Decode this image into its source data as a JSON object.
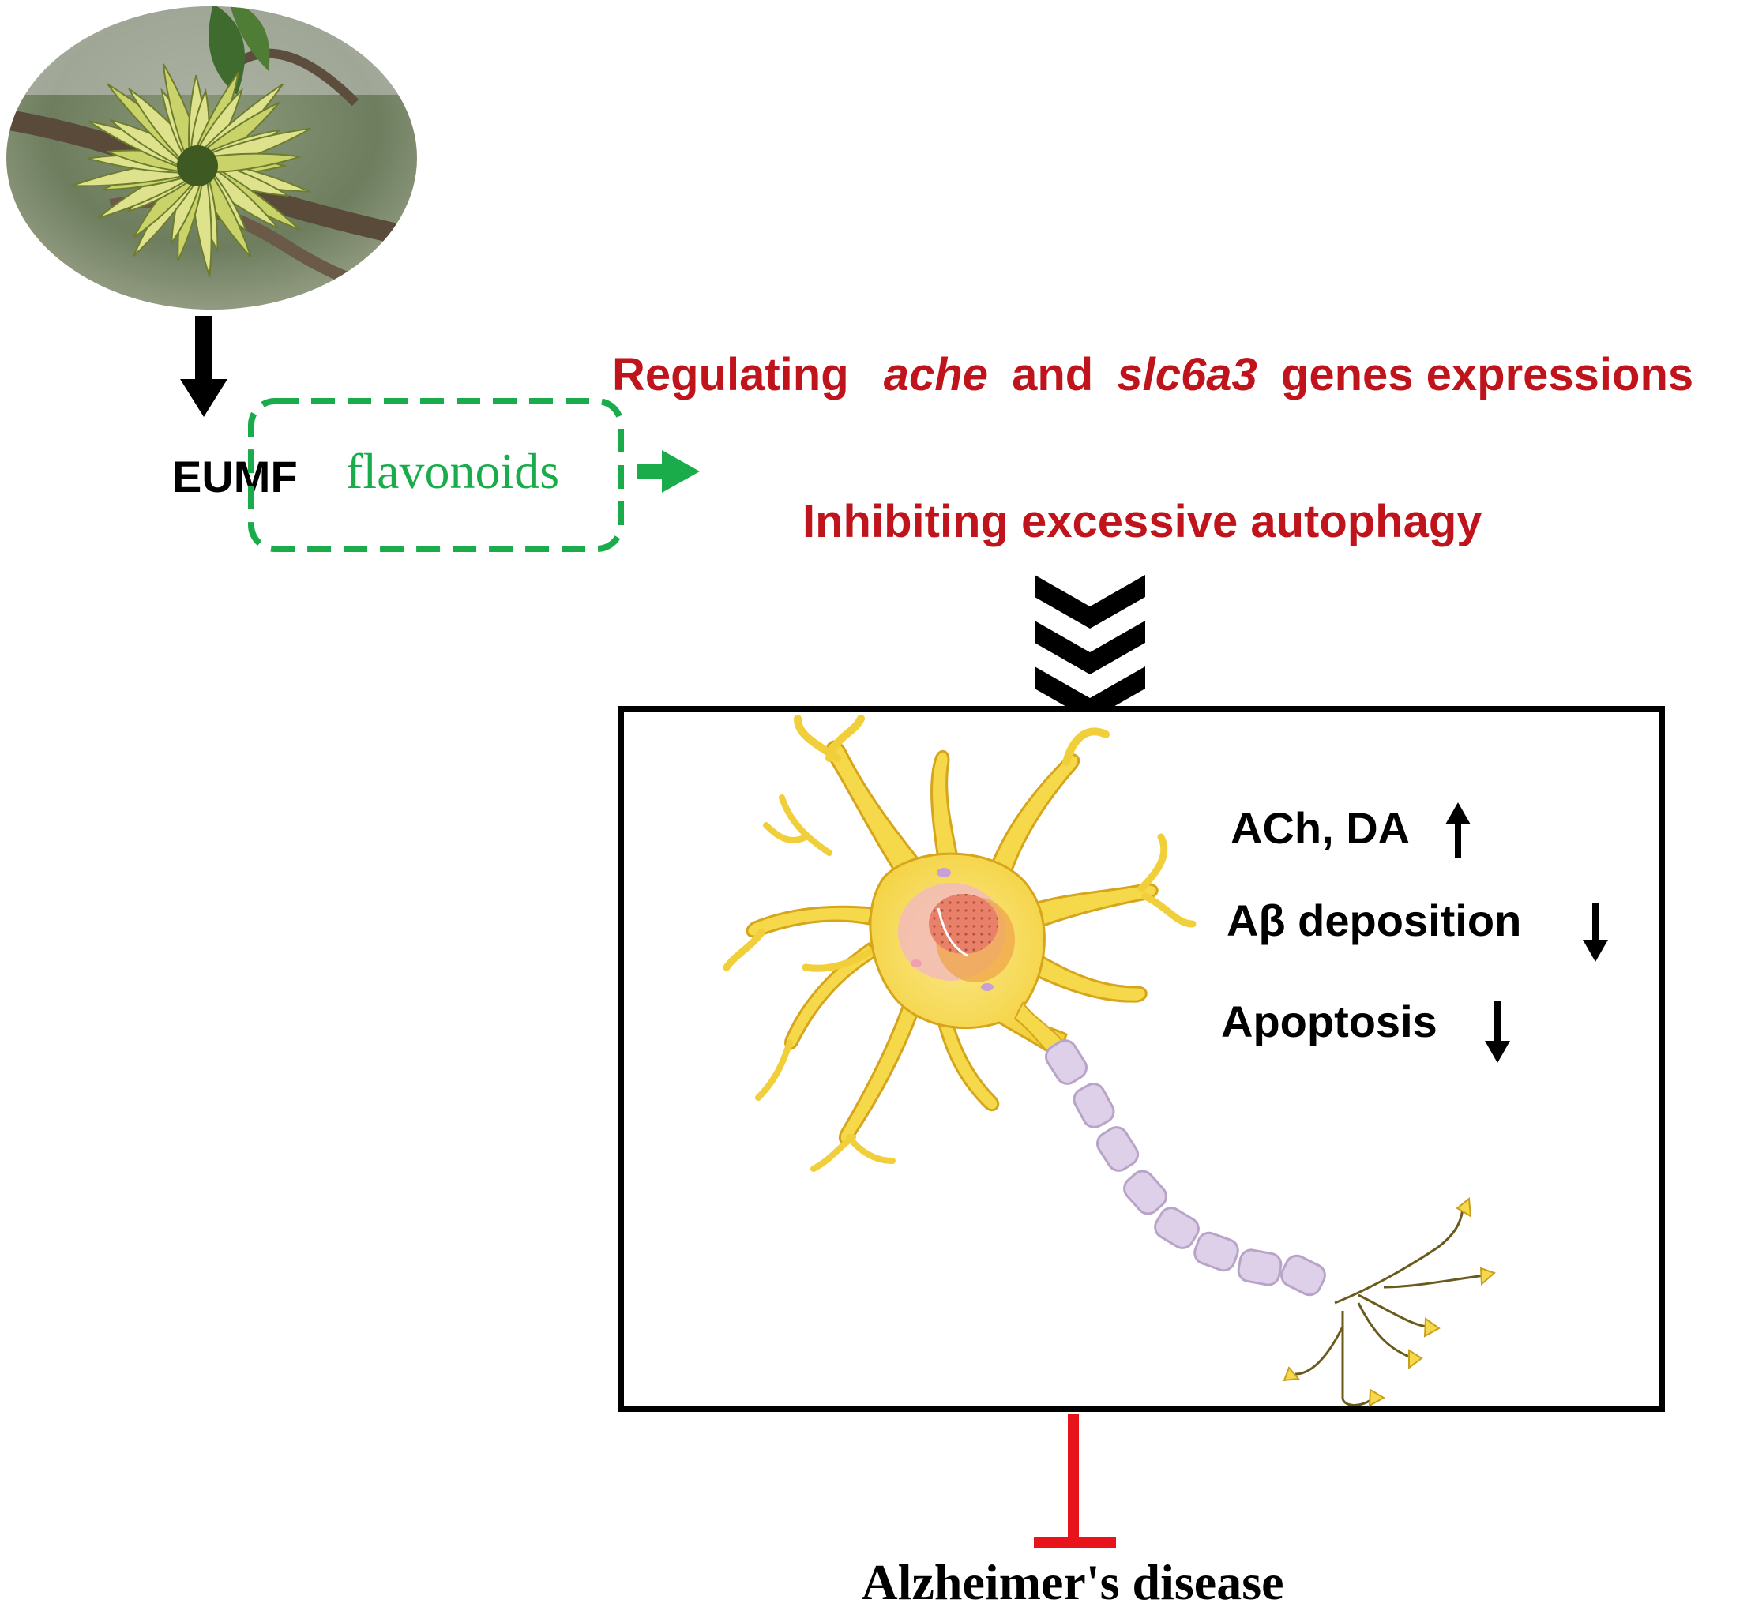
{
  "source_label": "EUMF",
  "compound_label": "flavonoids",
  "mechanism": {
    "line1": {
      "prefix": "Regulating",
      "gene1": "ache",
      "conjunction": "and",
      "gene2": "slc6a3",
      "suffix": "genes expressions"
    },
    "line2": "Inhibiting excessive autophagy"
  },
  "effects": [
    {
      "text": "ACh, DA",
      "direction": "up"
    },
    {
      "text": "Aβ deposition",
      "direction": "down"
    },
    {
      "text": "Apoptosis",
      "direction": "down"
    }
  ],
  "outcome": "Alzheimer's disease",
  "colors": {
    "mechanism_text": "#c0141c",
    "flavonoid_green": "#1aab4b",
    "inhibition_red": "#e8141c",
    "neuron_yellow": "#f5d94a",
    "neuron_outline": "#d6a51c",
    "axon_lilac": "#ddd0e8",
    "black": "#000000"
  },
  "icons": {
    "plant_photo": "plant-photo",
    "neuron": "neuron-illustration"
  }
}
